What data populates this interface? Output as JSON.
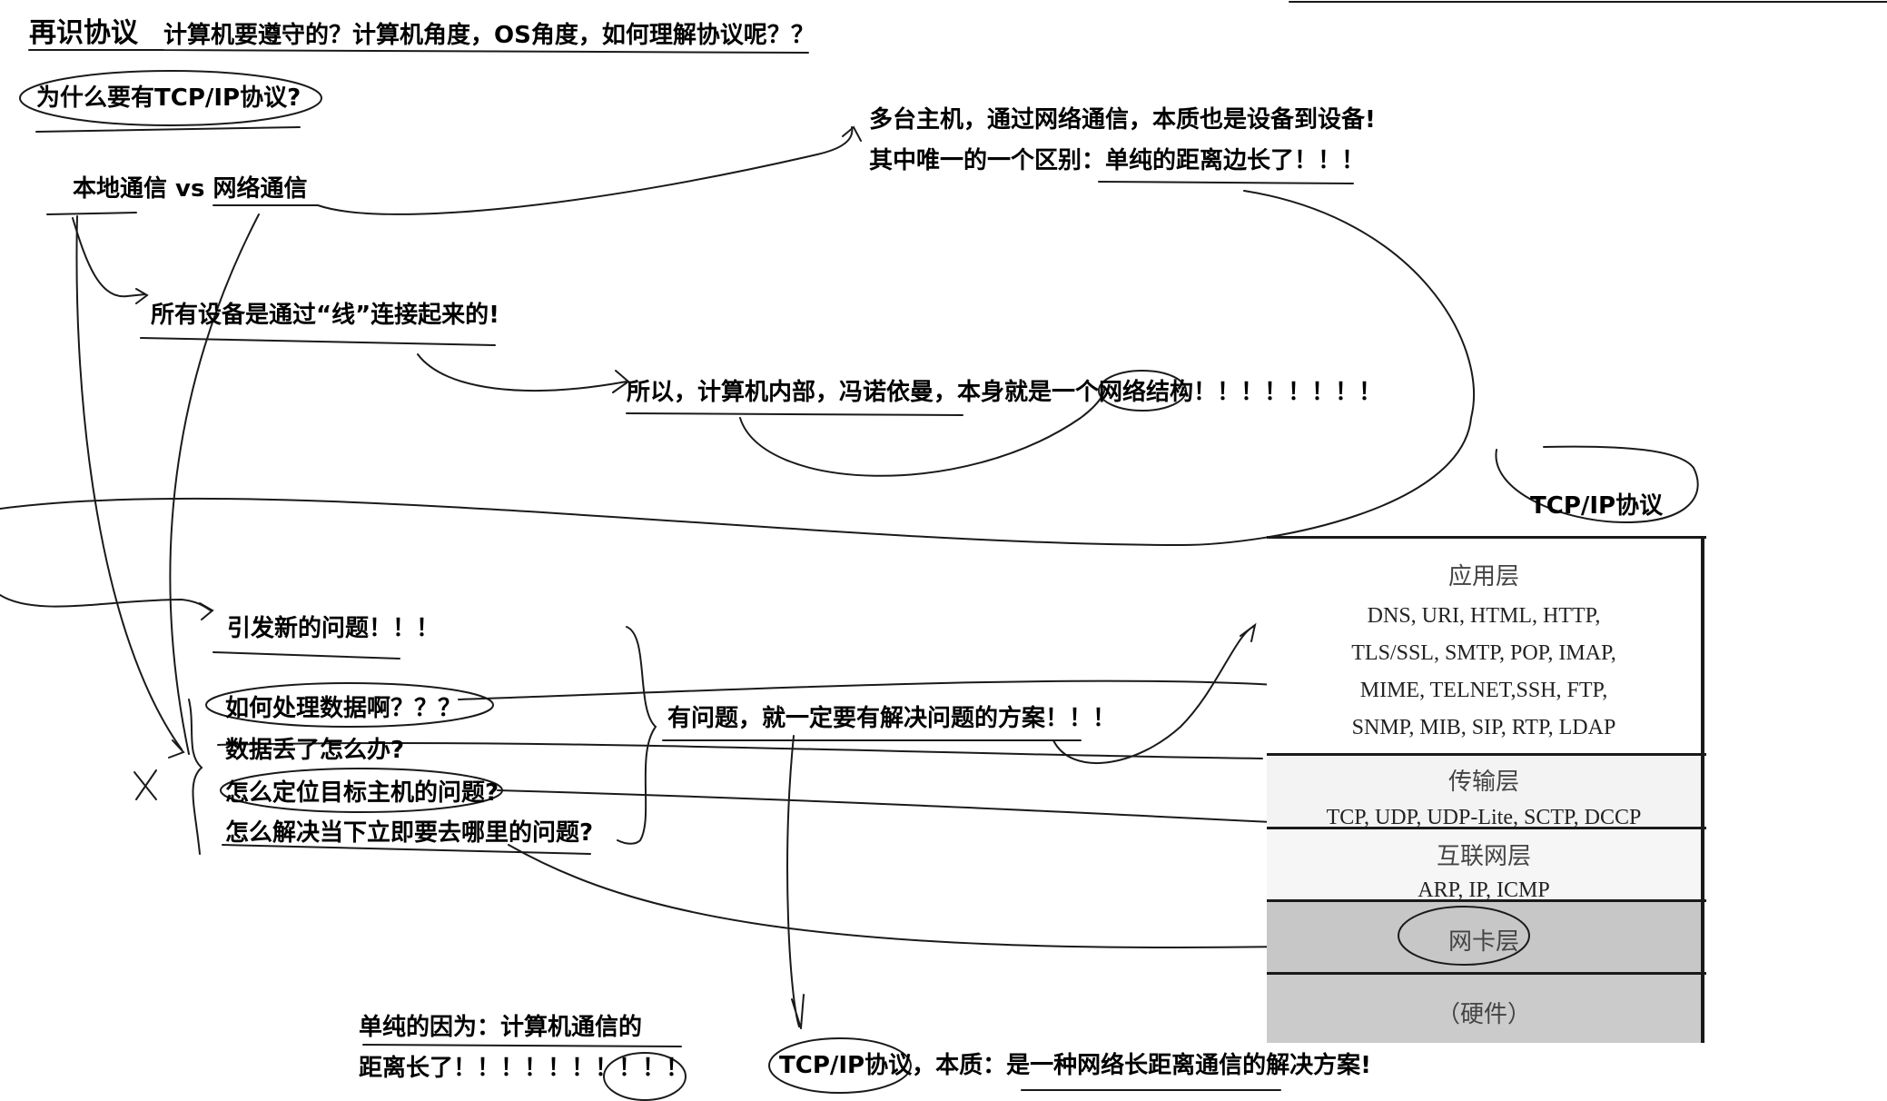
{
  "notes": {
    "title": "再识协议",
    "title_question": "计算机要遵守的？计算机角度，OS角度，如何理解协议呢？？",
    "why_question": "为什么要有TCP/IP协议?",
    "compare": "本地通信 vs  网络通信",
    "multi_host": "多台主机，通过网络通信，本质也是设备到设备!",
    "only_diff": "其中唯一的一个区别：单纯的距离边长了！！！",
    "wired": "所有设备是通过“线”连接起来的!",
    "von_neumann": "所以，计算机内部，冯诺依曼，本身就是一个网络结构！！！！！！！！",
    "new_problems": "引发新的问题！！！",
    "q1": "如何处理数据啊？？？",
    "q2": "数据丢了怎么办?",
    "q3": "怎么定位目标主机的问题?",
    "q4": "怎么解决当下立即要去哪里的问题?",
    "solution": "有问题，就一定要有解决问题的方案！！！",
    "reason_1": "单纯的因为：计算机通信的",
    "reason_2": "距离长了！！！！！！！！！！",
    "essence": "TCP/IP协议，本质：是一种网络长距离通信的解决方案!",
    "stack_title": "TCP/IP协议"
  },
  "stack": {
    "application": {
      "name": "应用层",
      "line1": "DNS, URI, HTML, HTTP,",
      "line2": "TLS/SSL, SMTP, POP, IMAP,",
      "line3": "MIME, TELNET,SSH, FTP,",
      "line4": "SNMP, MIB, SIP, RTP, LDAP"
    },
    "transport": {
      "name": "传输层",
      "protocols": "TCP, UDP, UDP-Lite, SCTP, DCCP"
    },
    "internet": {
      "name": "互联网层",
      "protocols": "ARP, IP, ICMP"
    },
    "nic": {
      "name": "网卡层"
    },
    "hardware": {
      "name": "（硬件）"
    }
  },
  "colors": {
    "ink": "#1a1a1a",
    "nic_fill": "#c7c7c7",
    "hw_fill": "#cbcbcb"
  }
}
